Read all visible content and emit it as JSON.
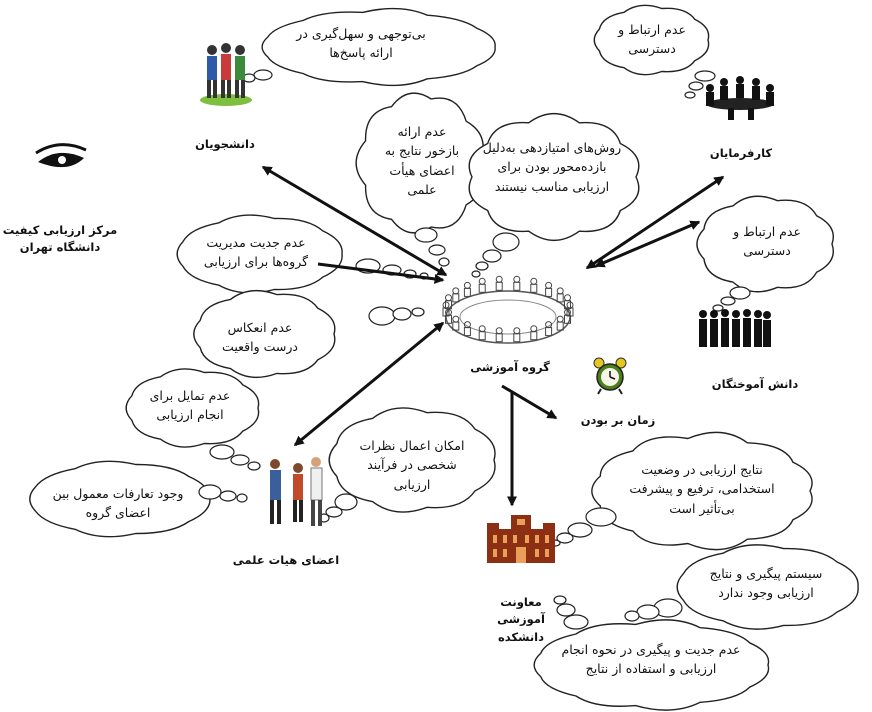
{
  "nodes": {
    "quality_center": "مرکز ارزیابی کیفیت دانشگاه تهران",
    "students": "دانشجویان",
    "employers": "کارفرمایان",
    "alumni": "دانش آموختگان",
    "department": "گروه آموزشی",
    "faculty": "اعضای هیات علمی",
    "time": "زمان بر بودن",
    "vice_dean": "معاونت آموزشی دانشکده"
  },
  "clouds": {
    "c1": "بی‌توجهی و سهل‌گیری در ارائه پاسخ‌ها",
    "c2": "عدم ارتباط و دسترسی",
    "c3": "عدم ارائه بازخور نتایج به اعضای هیأت علمی",
    "c4": "روش‌های امتیازدهی به‌دلیل بازده‌محور بودن برای ارزیابی مناسب نیستند",
    "c5": "عدم ارتباط و دسترسی",
    "c6": "عدم جدیت مدیریت گروه‌ها برای ارزیابی",
    "c7": "عدم انعکاس درست واقعیت",
    "c8": "عدم تمایل برای انجام ارزیابی",
    "c9": "امکان اعمال نظرات شخصی در فرآیند ارزیابی",
    "c10": "وجود تعارفات معمول بین اعضای گروه",
    "c11": "نتایج ارزیابی در وضعیت استخدامی، ترفیع و پیشرفت بی‌تأثیر است",
    "c12": "سیستم پیگیری و نتایج ارزیابی وجود ندارد",
    "c13": "عدم جدیت و پیگیری در نحوه انجام ارزیابی و استفاده از نتایج"
  },
  "icons": [
    "eye-icon",
    "students-icon",
    "meeting-icon",
    "round-table-icon",
    "silhouettes-icon",
    "alarm-clock-icon",
    "handshake-icon",
    "building-icon"
  ],
  "colors": {
    "ink": "#111111",
    "clock": "#4a7f1a",
    "building": "#8c2f12",
    "building_window": "#e8a05a"
  }
}
